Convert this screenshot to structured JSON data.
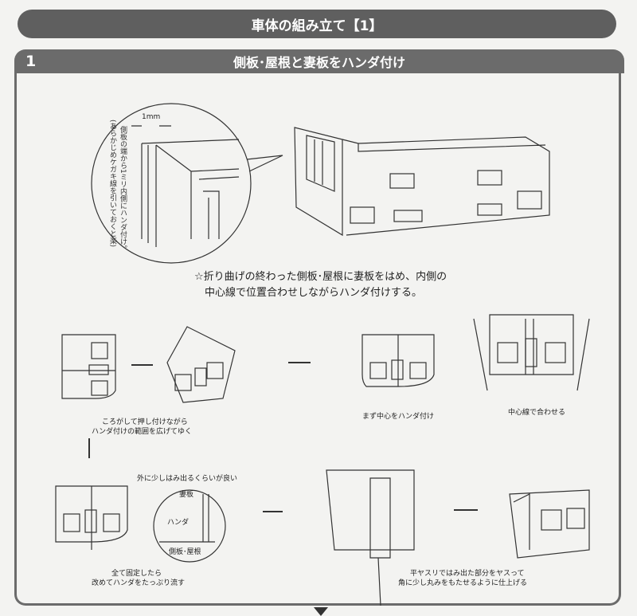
{
  "header": {
    "title": "車体の組み立て【1】"
  },
  "step": {
    "number": "1",
    "title": "側板･屋根と妻板をハンダ付け"
  },
  "detail_callout": {
    "dimension": "1mm",
    "note_line1": "側板の端から1ミリ内側にハンダ付け。",
    "note_line2": "(あらかじめケガキ線を引いておくと楽)"
  },
  "main_note": {
    "line1": "☆折り曲げの終わった側板･屋根に妻板をはめ、内側の",
    "line2": "中心線で位置合わせしながらハンダ付けする。"
  },
  "captions": {
    "center_align": "中心線で合わせる",
    "solder_center": "まず中心をハンダ付け",
    "roll_line1": "ころがして押し付けながら",
    "roll_line2": "ハンダ付けの範囲を広げてゆく",
    "protrude": "外に少しはみ出るくらいが良い",
    "end_plate": "妻板",
    "solder": "ハンダ",
    "side_roof": "側板･屋根",
    "fix_line1": "全て固定したら",
    "fix_line2": "改めてハンダをたっぷり流す",
    "file_line1": "平ヤスリではみ出た部分をヤスって",
    "file_line2": "角に少し丸みをもたせるように仕上げる"
  }
}
